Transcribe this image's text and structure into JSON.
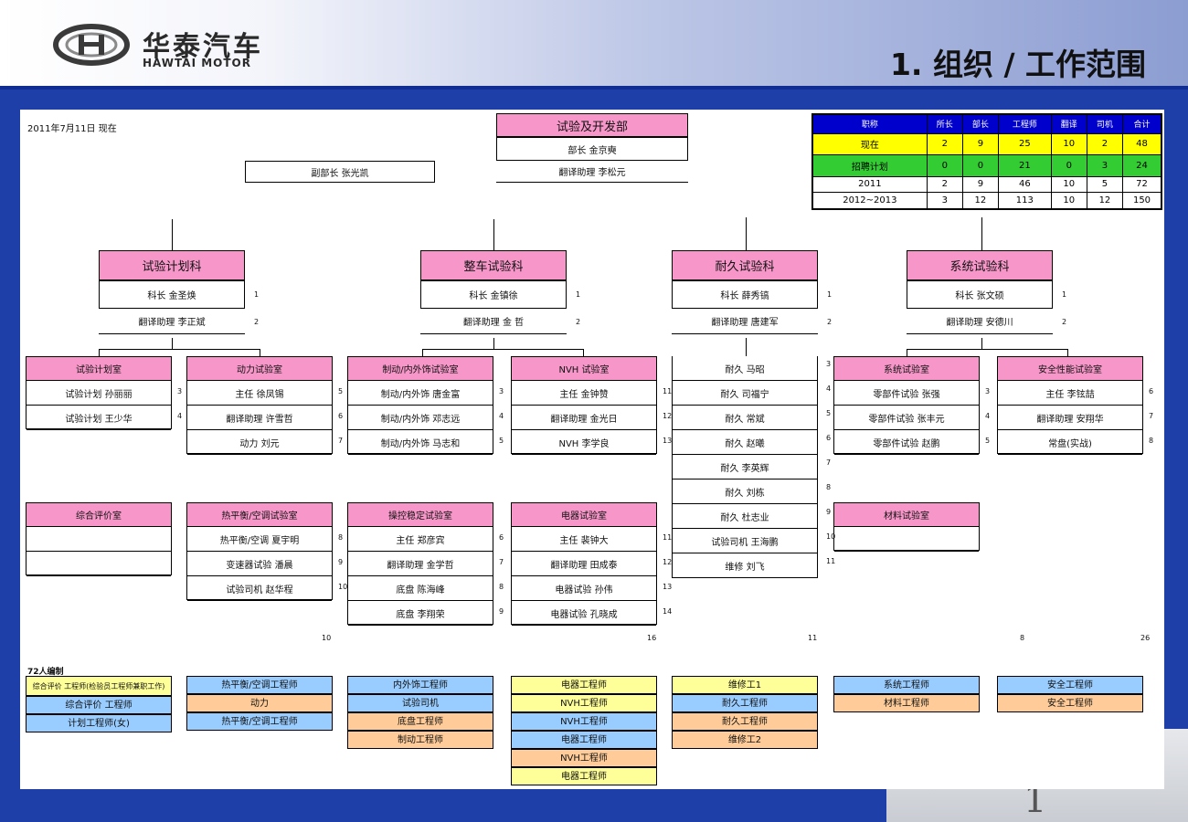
{
  "header": {
    "brand_cn": "华泰汽车",
    "brand_en": "HAWTAI MOTOR",
    "title": "1. 组织 /  工作范围"
  },
  "date_note": "2011年7月11日 现在",
  "top": {
    "dept": "试验及开发部",
    "dept_head": "部长  金京奭",
    "dept_assistant": "翻译助理  李松元",
    "deputy": "副部长  张光凯"
  },
  "headcount_table": {
    "header": [
      "职称",
      "所长",
      "部长",
      "工程师",
      "翻译",
      "司机",
      "合计"
    ],
    "rows": [
      {
        "label": "现在",
        "values": [
          "2",
          "9",
          "25",
          "10",
          "2",
          "48"
        ]
      },
      {
        "label": "招聘计划",
        "values": [
          "0",
          "0",
          "21",
          "0",
          "3",
          "24"
        ]
      },
      {
        "label": "2011",
        "values": [
          "2",
          "9",
          "46",
          "10",
          "5",
          "72"
        ]
      },
      {
        "label": "2012~2013",
        "values": [
          "3",
          "12",
          "113",
          "10",
          "12",
          "150"
        ]
      }
    ]
  },
  "sections": [
    {
      "name": "试验计划科",
      "head": "科长  金圣焕",
      "assistant": "翻译助理  李正斌",
      "head_n": "1",
      "asst_n": "2"
    },
    {
      "name": "整车试验科",
      "head": "科长  金镇徐",
      "assistant": "翻译助理  金  哲",
      "head_n": "1",
      "asst_n": "2"
    },
    {
      "name": "耐久试验科",
      "head": "科长  薛秀镐",
      "assistant": "翻译助理  唐建军",
      "head_n": "1",
      "asst_n": "2"
    },
    {
      "name": "系统试验科",
      "head": "科长  张文硕",
      "assistant": "翻译助理  安德川",
      "head_n": "1",
      "asst_n": "2"
    }
  ],
  "labs_row1": [
    {
      "name": "试验计划室",
      "rows": [
        "试验计划        孙丽丽",
        "试验计划      王少华"
      ],
      "nums": [
        "3",
        "4"
      ]
    },
    {
      "name": "动力试验室",
      "rows": [
        "主任  徐凤锡",
        "翻译助理  许雪哲",
        "动力  刘元"
      ],
      "nums": [
        "5",
        "6",
        "7"
      ]
    },
    {
      "name": "制动/内外饰试验室",
      "rows": [
        "制动/内外饰  唐金富",
        "制动/内外饰  邓志远",
        "制动/内外饰  马志和"
      ],
      "nums": [
        "3",
        "4",
        "5"
      ]
    },
    {
      "name": "NVH 试验室",
      "rows": [
        "主任  金钟赞",
        "翻译助理  金光日",
        "NVH  李学良"
      ],
      "nums": [
        "11",
        "12",
        "13"
      ]
    },
    {
      "name": "系统试验室",
      "rows": [
        "零部件试验  张强",
        "零部件试验  张丰元",
        "零部件试验  赵鹏"
      ],
      "nums": [
        "3",
        "4",
        "5"
      ]
    },
    {
      "name": "安全性能试验室",
      "rows": [
        "主任  李铉喆",
        "翻译助理  安翔华",
        "常盘(实战)"
      ],
      "nums": [
        "6",
        "7",
        "8"
      ]
    }
  ],
  "durability_staff": {
    "rows": [
      "耐久  马昭",
      "耐久  司福宁",
      "耐久  常斌",
      "耐久  赵曦",
      "耐久  李英辉",
      "耐久  刘栋",
      "耐久  杜志业",
      "试验司机  王海鹏",
      "维修  刘飞"
    ],
    "nums": [
      "3",
      "4",
      "5",
      "6",
      "7",
      "8",
      "9",
      "10",
      "11"
    ]
  },
  "labs_row2": [
    {
      "name": "综合评价室",
      "rows": [
        "",
        ""
      ],
      "nums": []
    },
    {
      "name": "热平衡/空调试验室",
      "rows": [
        "热平衡/空调  夏宇明",
        "变速器试验      潘晨",
        "试验司机      赵华程"
      ],
      "nums": [
        "8",
        "9",
        "10"
      ]
    },
    {
      "name": "操控稳定试验室",
      "rows": [
        "主任    郑彦宾",
        "翻译助理  金学哲",
        "底盘  陈海峰",
        "底盘  李翔荣"
      ],
      "nums": [
        "6",
        "7",
        "8",
        "9"
      ]
    },
    {
      "name": "电器试验室",
      "rows": [
        "主任    裴钟大",
        "翻译助理  田成泰",
        "电器试验  孙伟",
        "电器试验  孔晓成"
      ],
      "nums": [
        "11",
        "12",
        "13",
        "14"
      ]
    },
    {
      "name": "材料试验室",
      "rows": [
        ""
      ],
      "nums": []
    }
  ],
  "col_totals": [
    "10",
    "16",
    "11",
    "8",
    "26"
  ],
  "section_72": "72人编制",
  "plan_columns": [
    [
      {
        "text": "综合评价  工程师(检验员工程师兼职工作)",
        "color": "yellow"
      },
      {
        "text": "综合评价  工程师",
        "color": "blue"
      },
      {
        "text": "计划工程师(女)",
        "color": "blue"
      }
    ],
    [
      {
        "text": "热平衡/空调工程师",
        "color": "blue"
      },
      {
        "text": "动力",
        "color": "orange"
      },
      {
        "text": "热平衡/空调工程师",
        "color": "blue"
      }
    ],
    [
      {
        "text": "内外饰工程师",
        "color": "blue"
      },
      {
        "text": "试验司机",
        "color": "blue"
      },
      {
        "text": "底盘工程师",
        "color": "orange"
      },
      {
        "text": "制动工程师",
        "color": "orange"
      }
    ],
    [
      {
        "text": "电器工程师",
        "color": "yellow"
      },
      {
        "text": "NVH工程师",
        "color": "yellow"
      },
      {
        "text": "NVH工程师",
        "color": "blue"
      },
      {
        "text": "电器工程师",
        "color": "blue"
      },
      {
        "text": "NVH工程师",
        "color": "orange"
      },
      {
        "text": "电器工程师",
        "color": "yellow"
      }
    ],
    [
      {
        "text": "维修工1",
        "color": "yellow"
      },
      {
        "text": "耐久工程师",
        "color": "blue"
      },
      {
        "text": "耐久工程师",
        "color": "orange"
      },
      {
        "text": "维修工2",
        "color": "orange"
      }
    ],
    [
      {
        "text": "系统工程师",
        "color": "blue"
      },
      {
        "text": "材料工程师",
        "color": "orange"
      }
    ],
    [
      {
        "text": "安全工程师",
        "color": "blue"
      },
      {
        "text": "安全工程师",
        "color": "orange"
      }
    ]
  ],
  "footer": {
    "page_number": "1"
  }
}
